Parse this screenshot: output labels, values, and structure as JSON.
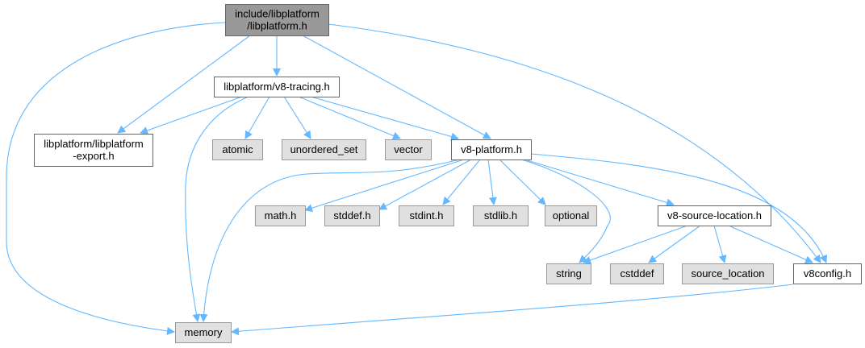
{
  "diagram": {
    "type": "include-dependency-graph",
    "colors": {
      "edge": "#63b8ff",
      "root_fill": "#999999",
      "root_stroke": "#666666",
      "local_fill": "#ffffff",
      "local_stroke": "#666666",
      "system_fill": "#e0e0e0",
      "system_stroke": "#999999"
    },
    "nodes": [
      {
        "id": "root",
        "lines": [
          "include/libplatform",
          "/libplatform.h"
        ],
        "kind": "root"
      },
      {
        "id": "v8tracing",
        "lines": [
          "libplatform/v8-tracing.h"
        ],
        "kind": "local"
      },
      {
        "id": "export",
        "lines": [
          "libplatform/libplatform",
          "-export.h"
        ],
        "kind": "local"
      },
      {
        "id": "atomic",
        "lines": [
          "atomic"
        ],
        "kind": "system"
      },
      {
        "id": "unordered_set",
        "lines": [
          "unordered_set"
        ],
        "kind": "system"
      },
      {
        "id": "vector",
        "lines": [
          "vector"
        ],
        "kind": "system"
      },
      {
        "id": "v8platform",
        "lines": [
          "v8-platform.h"
        ],
        "kind": "local"
      },
      {
        "id": "math",
        "lines": [
          "math.h"
        ],
        "kind": "system"
      },
      {
        "id": "stddef",
        "lines": [
          "stddef.h"
        ],
        "kind": "system"
      },
      {
        "id": "stdint",
        "lines": [
          "stdint.h"
        ],
        "kind": "system"
      },
      {
        "id": "stdlib",
        "lines": [
          "stdlib.h"
        ],
        "kind": "system"
      },
      {
        "id": "optional",
        "lines": [
          "optional"
        ],
        "kind": "system"
      },
      {
        "id": "v8sourceloc",
        "lines": [
          "v8-source-location.h"
        ],
        "kind": "local"
      },
      {
        "id": "string",
        "lines": [
          "string"
        ],
        "kind": "system"
      },
      {
        "id": "cstddef",
        "lines": [
          "cstddef"
        ],
        "kind": "system"
      },
      {
        "id": "source_location",
        "lines": [
          "source_location"
        ],
        "kind": "system"
      },
      {
        "id": "v8config",
        "lines": [
          "v8config.h"
        ],
        "kind": "local"
      },
      {
        "id": "memory",
        "lines": [
          "memory"
        ],
        "kind": "system"
      }
    ],
    "edges": [
      {
        "from": "root",
        "to": "memory"
      },
      {
        "from": "root",
        "to": "export"
      },
      {
        "from": "root",
        "to": "v8tracing"
      },
      {
        "from": "root",
        "to": "v8platform"
      },
      {
        "from": "root",
        "to": "v8config"
      },
      {
        "from": "v8tracing",
        "to": "export"
      },
      {
        "from": "v8tracing",
        "to": "memory"
      },
      {
        "from": "v8tracing",
        "to": "atomic"
      },
      {
        "from": "v8tracing",
        "to": "unordered_set"
      },
      {
        "from": "v8tracing",
        "to": "vector"
      },
      {
        "from": "v8tracing",
        "to": "v8platform"
      },
      {
        "from": "v8platform",
        "to": "memory"
      },
      {
        "from": "v8platform",
        "to": "math"
      },
      {
        "from": "v8platform",
        "to": "stddef"
      },
      {
        "from": "v8platform",
        "to": "stdint"
      },
      {
        "from": "v8platform",
        "to": "stdlib"
      },
      {
        "from": "v8platform",
        "to": "optional"
      },
      {
        "from": "v8platform",
        "to": "string"
      },
      {
        "from": "v8platform",
        "to": "v8sourceloc"
      },
      {
        "from": "v8platform",
        "to": "v8config"
      },
      {
        "from": "v8sourceloc",
        "to": "string"
      },
      {
        "from": "v8sourceloc",
        "to": "cstddef"
      },
      {
        "from": "v8sourceloc",
        "to": "source_location"
      },
      {
        "from": "v8sourceloc",
        "to": "v8config"
      },
      {
        "from": "v8config",
        "to": "memory"
      }
    ]
  }
}
